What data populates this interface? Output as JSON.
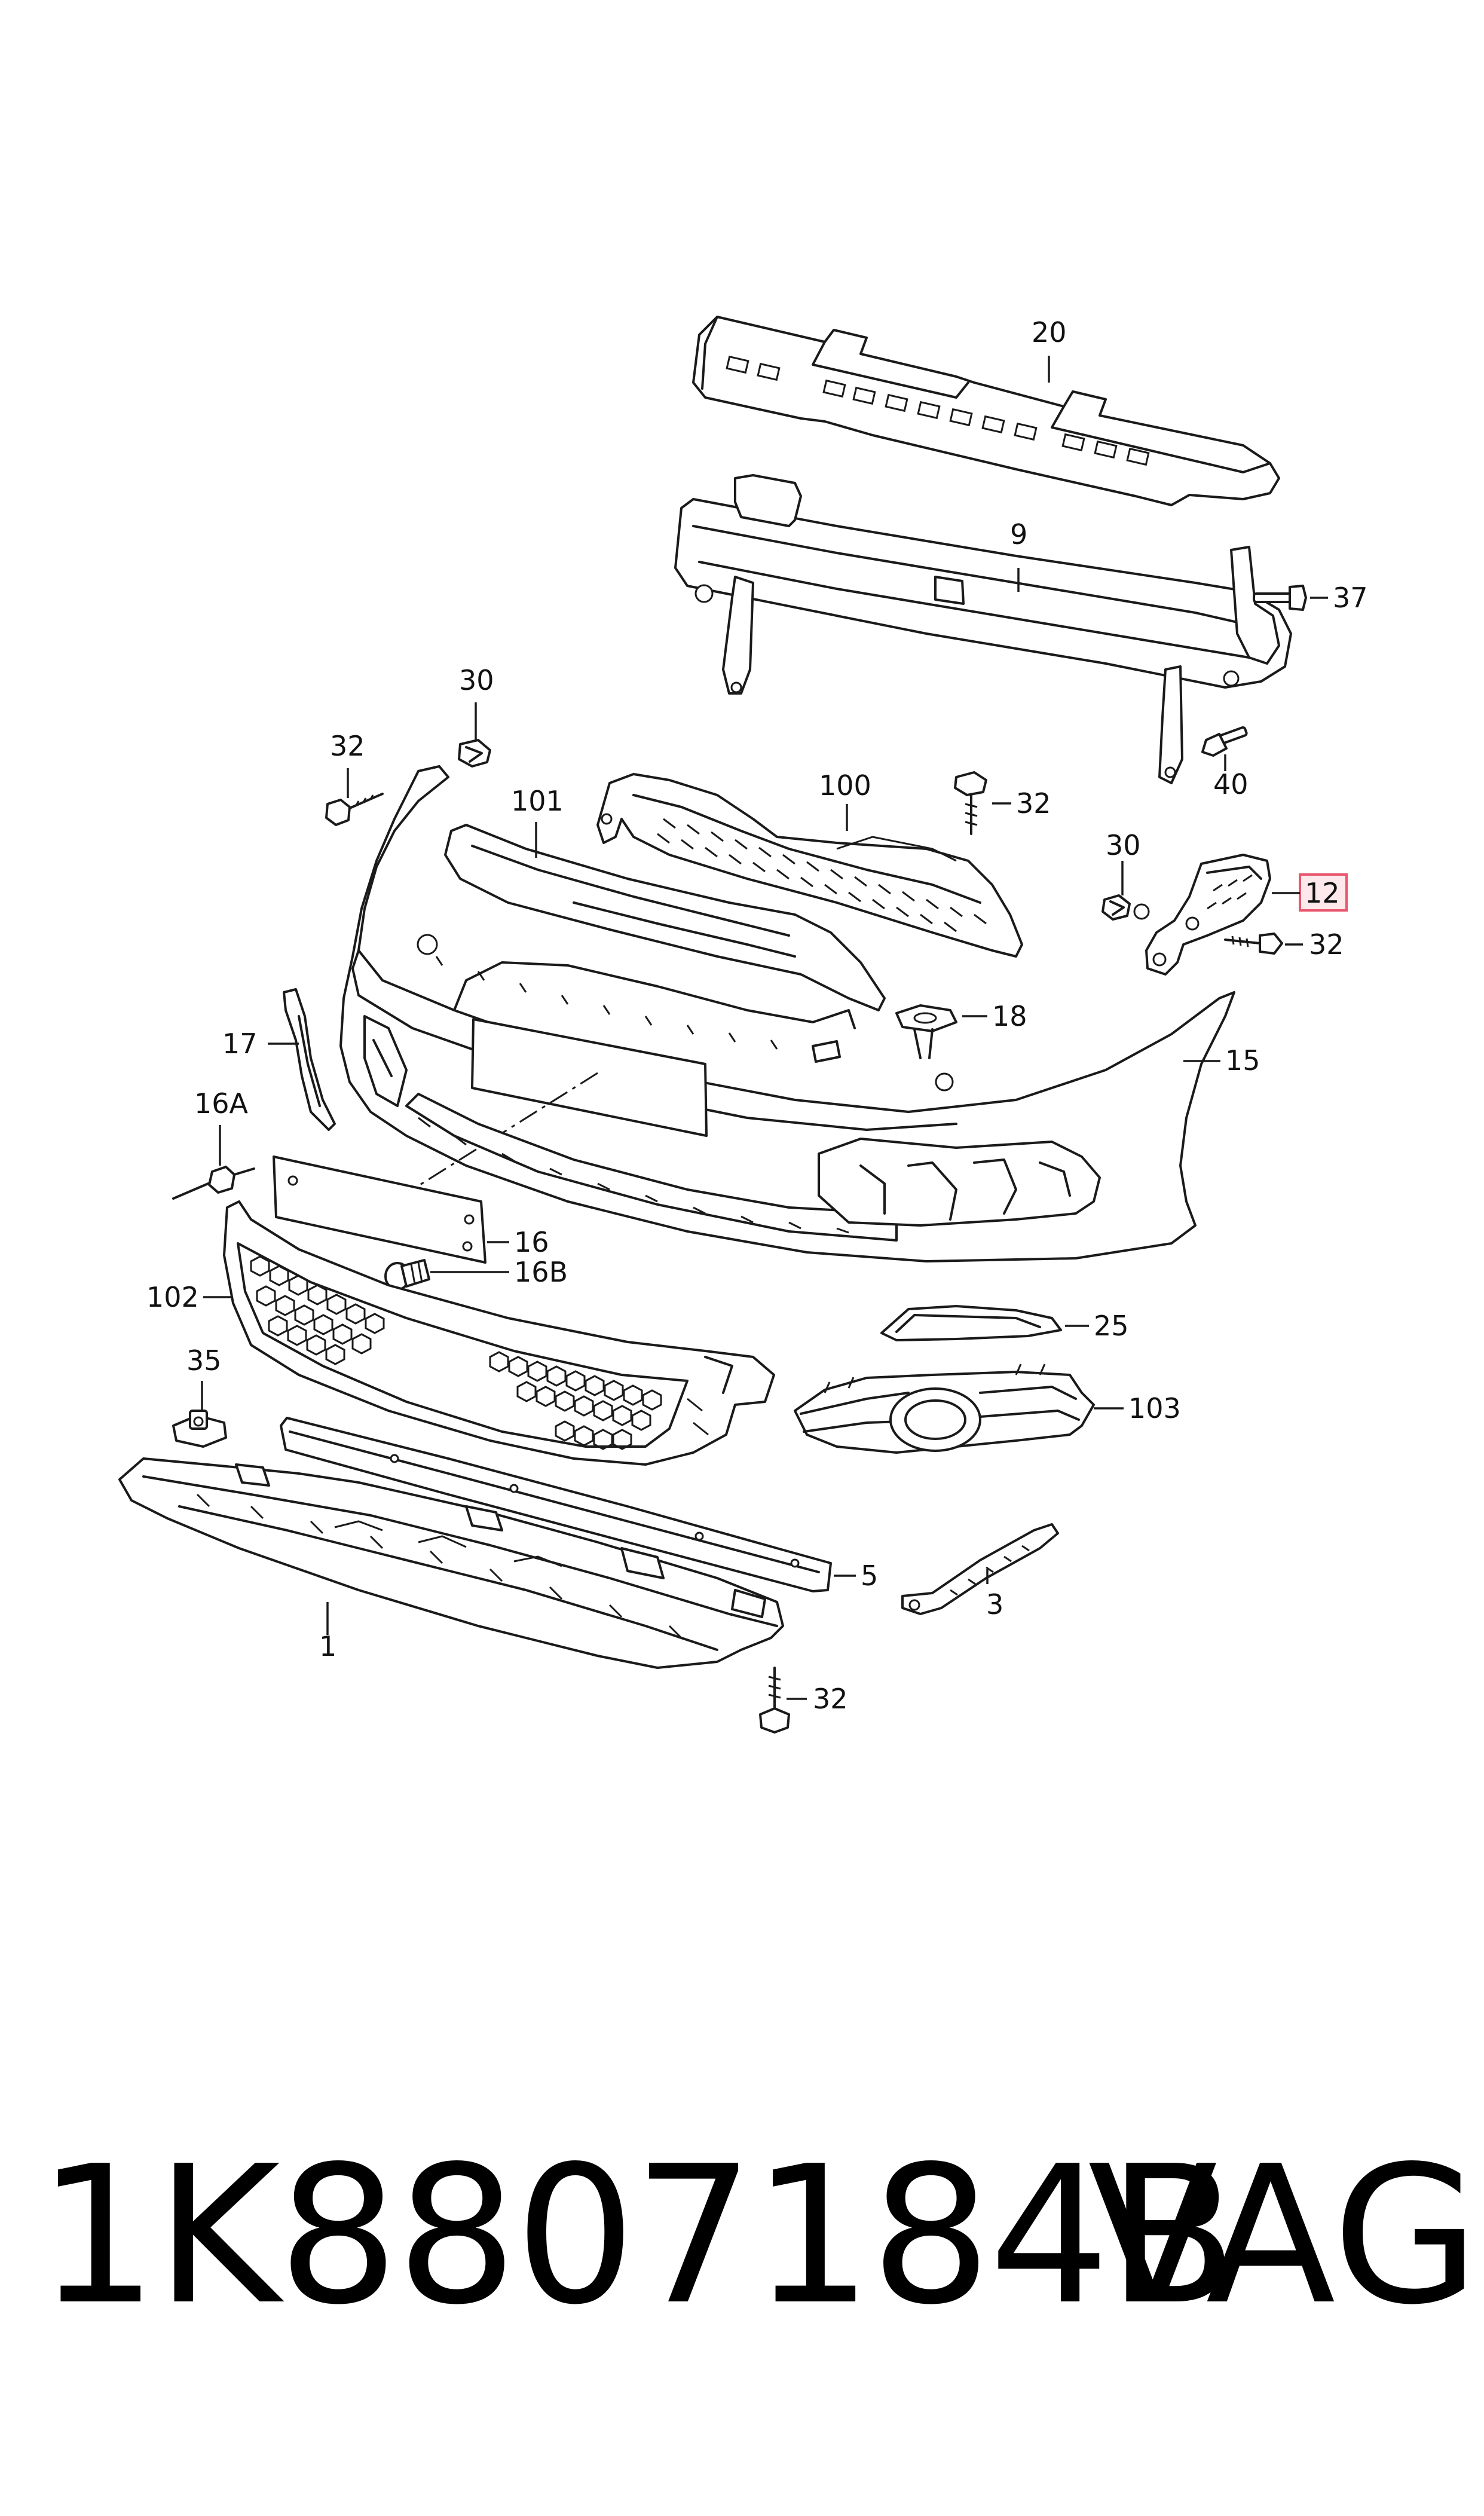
{
  "diagram": {
    "callouts": {
      "c20": "20",
      "c9": "9",
      "c37": "37",
      "c40": "40",
      "c30a": "30",
      "c32a": "32",
      "c101": "101",
      "c100": "100",
      "c32b": "32",
      "c30b": "30",
      "c12": "12",
      "c32c": "32",
      "c17": "17",
      "c18": "18",
      "c15": "15",
      "c16A": "16A",
      "c16": "16",
      "c16B": "16B",
      "c102": "102",
      "c25": "25",
      "c35": "35",
      "c103": "103",
      "c5": "5",
      "c3": "3",
      "c1": "1",
      "c32d": "32"
    },
    "highlighted_callout": "12",
    "highlight_color": "#e8576e"
  },
  "footer": {
    "part_number": "1K8807184B",
    "brand": "VAG"
  }
}
